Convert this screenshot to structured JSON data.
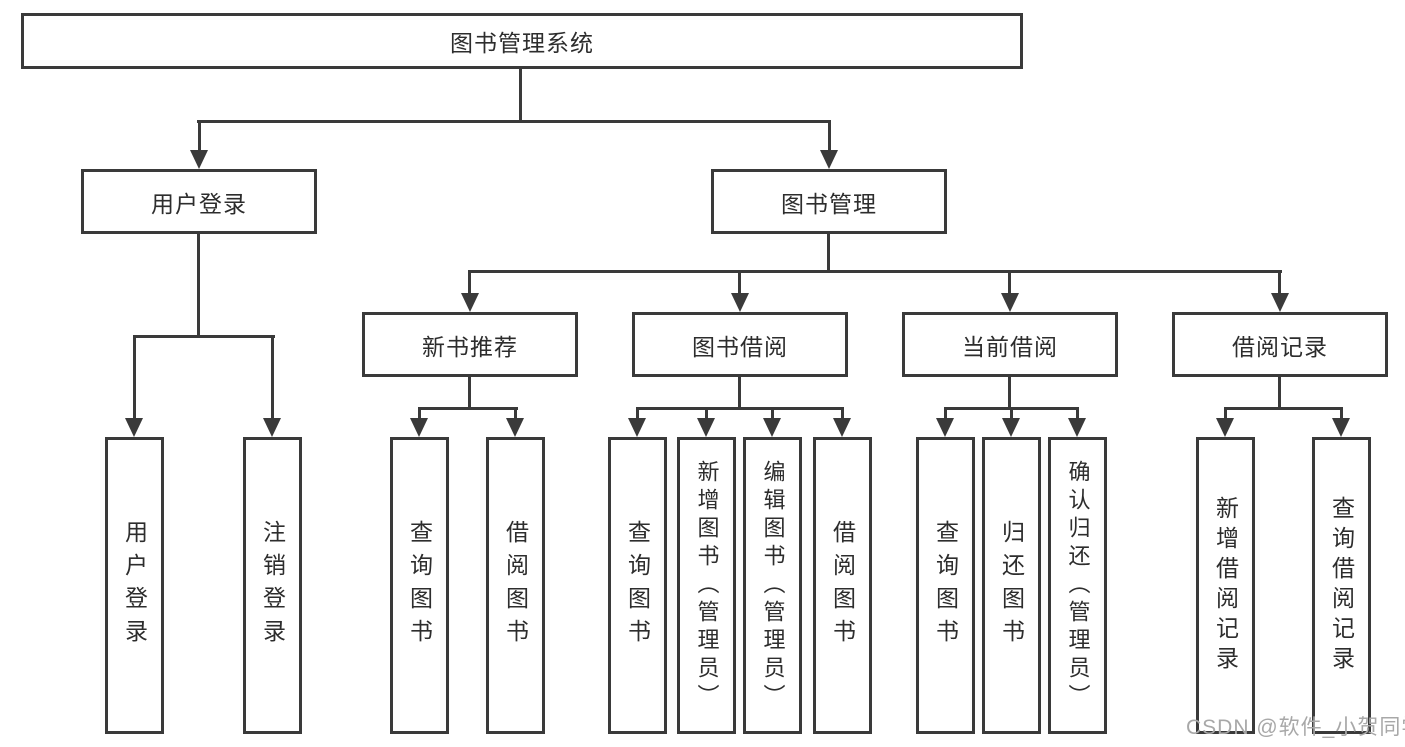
{
  "diagram": {
    "type": "hierarchy-chart",
    "tree": {
      "root": "图书管理系统",
      "children": [
        {
          "label": "用户登录",
          "children": [
            "用户登录",
            "注销登录"
          ]
        },
        {
          "label": "图书管理",
          "children": [
            {
              "label": "新书推荐",
              "children": [
                "查询图书",
                "借阅图书"
              ]
            },
            {
              "label": "图书借阅",
              "children": [
                "查询图书",
                "新增图书（管理员）",
                "编辑图书（管理员）",
                "借阅图书"
              ]
            },
            {
              "label": "当前借阅",
              "children": [
                "查询图书",
                "归还图书",
                "确认归还（管理员）"
              ]
            },
            {
              "label": "借阅记录",
              "children": [
                "新增借阅记录",
                "查询借阅记录"
              ]
            }
          ]
        }
      ]
    },
    "colors": {
      "line": "#3a3a3a",
      "text": "#2d2d2d",
      "background": "#ffffff",
      "watermark": "#a8a8a8"
    }
  },
  "watermark": {
    "text": "CSDN @软件_小贺同学"
  }
}
